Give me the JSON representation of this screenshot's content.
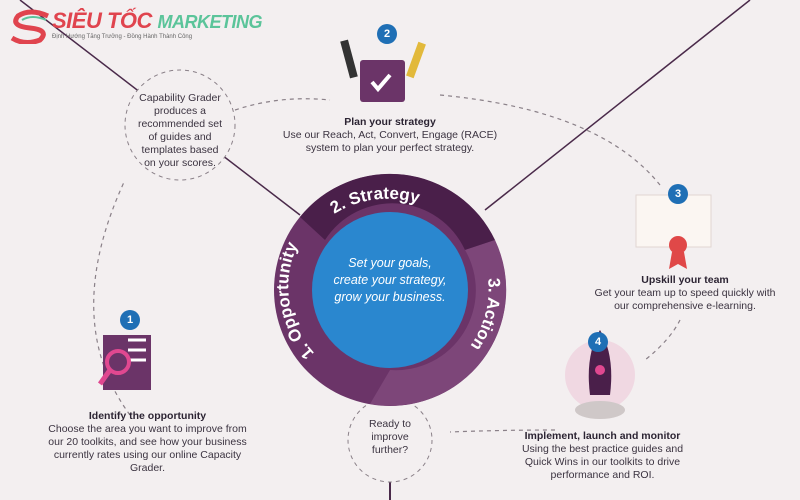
{
  "logo": {
    "brand_red": "SIÊU TỐC",
    "brand_green": "MARKETING",
    "tagline": "Định Hướng Tăng Trưởng - Đồng Hành Thành Công"
  },
  "colors": {
    "ring_dark": "#4a1f4a",
    "ring_mid": "#6b3468",
    "ring_light": "#7d4679",
    "center": "#2a87cf",
    "badge": "#1f6fb5"
  },
  "center_text": [
    "Set your goals,",
    "create your strategy,",
    "grow your business."
  ],
  "ring_labels": {
    "opportunity": "1. Opportunity",
    "strategy": "2. Strategy",
    "action": "3. Action"
  },
  "capability_note": "Capability Grader produces a recommended set of guides and templates based on your scores.",
  "ready_note": "Ready to improve further?",
  "steps": [
    {
      "number": "1",
      "title": "Identify the opportunity",
      "desc": "Choose the area you want to improve from our 20 toolkits, and see how your business currently rates using our online Capacity Grader."
    },
    {
      "number": "2",
      "title": "Plan your strategy",
      "desc": "Use our Reach, Act, Convert, Engage (RACE) system to plan your perfect strategy."
    },
    {
      "number": "3",
      "title": "Upskill your team",
      "desc": "Get your team up to speed quickly with our comprehensive e-learning."
    },
    {
      "number": "4",
      "title": "Implement, launch and monitor",
      "desc": "Using the best practice guides and Quick Wins in our toolkits to drive performance and ROI."
    }
  ]
}
